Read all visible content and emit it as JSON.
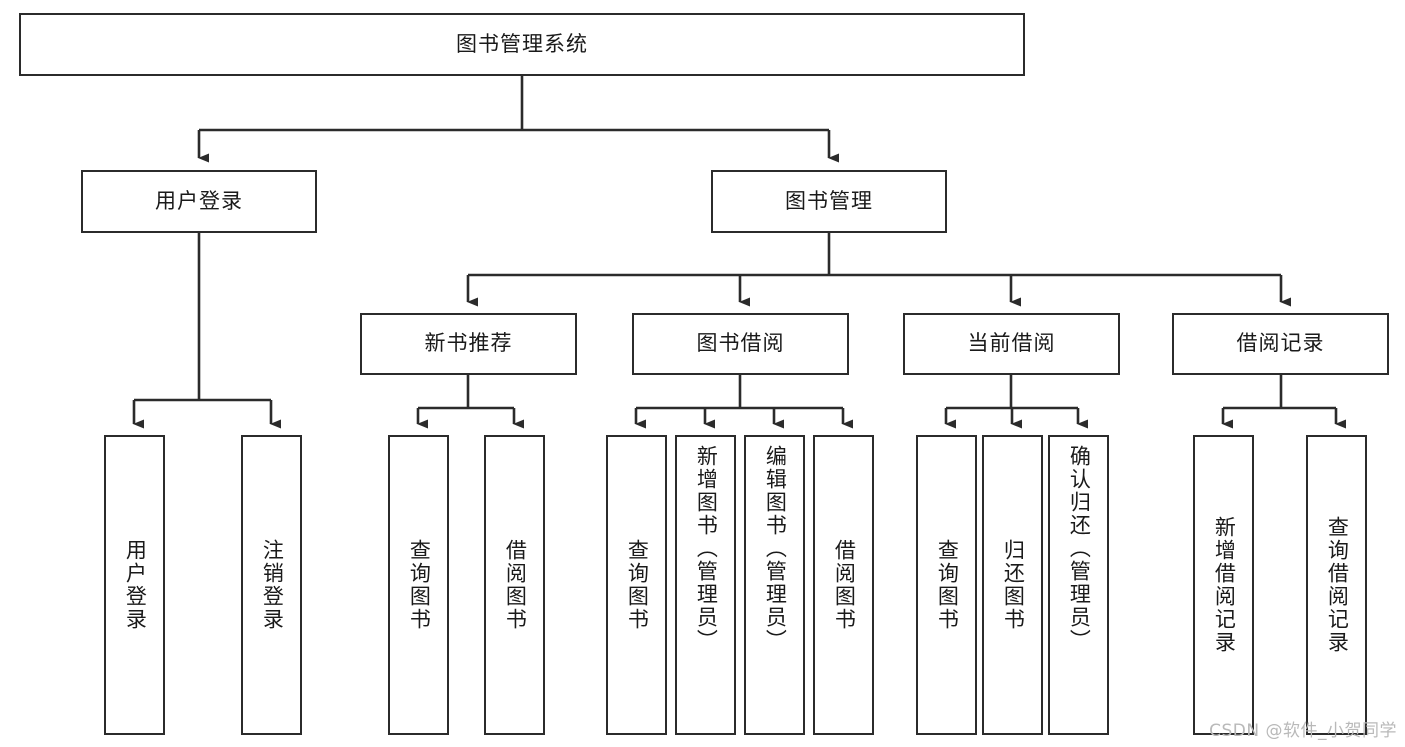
{
  "diagram": {
    "title": "图书管理系统",
    "type": "hierarchy-tree",
    "colors": {
      "box_border": "#2b2b2b",
      "box_fill": "#ffffff",
      "line": "#2b2b2b",
      "text": "#1a1a1a",
      "watermark": "#b9b9b9",
      "background": "#ffffff"
    },
    "root": {
      "label": "图书管理系统"
    },
    "level2": [
      {
        "label": "用户登录"
      },
      {
        "label": "图书管理"
      }
    ],
    "level3": [
      {
        "label": "新书推荐"
      },
      {
        "label": "图书借阅"
      },
      {
        "label": "当前借阅"
      },
      {
        "label": "借阅记录"
      }
    ],
    "leaves": {
      "user_login": [
        {
          "label": "用户登录"
        },
        {
          "label": "注销登录"
        }
      ],
      "new_book_recommend": [
        {
          "label": "查询图书"
        },
        {
          "label": "借阅图书"
        }
      ],
      "book_borrow": [
        {
          "label": "查询图书"
        },
        {
          "label": "新增图书（管理员）"
        },
        {
          "label": "编辑图书（管理员）"
        },
        {
          "label": "借阅图书"
        }
      ],
      "current_borrow": [
        {
          "label": "查询图书"
        },
        {
          "label": "归还图书"
        },
        {
          "label": "确认归还（管理员）"
        }
      ],
      "borrow_record": [
        {
          "label": "新增借阅记录"
        },
        {
          "label": "查询借阅记录"
        }
      ]
    }
  },
  "watermark": {
    "text": "CSDN @软件_小贺同学"
  }
}
